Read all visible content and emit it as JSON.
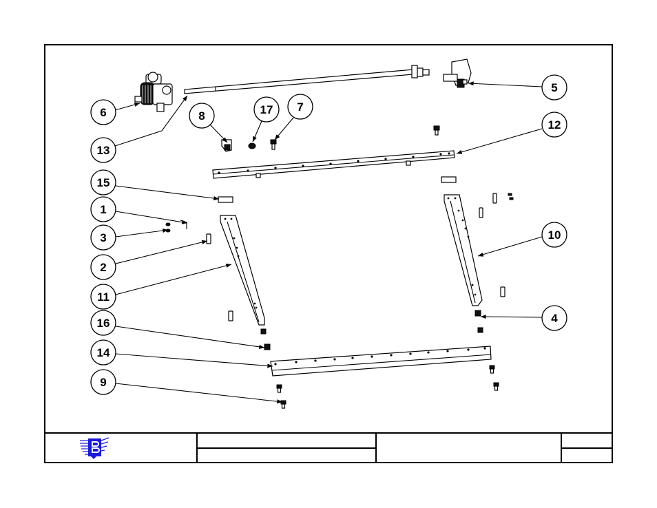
{
  "drawing": {
    "callouts": [
      {
        "id": "1",
        "label": "1"
      },
      {
        "id": "2",
        "label": "2"
      },
      {
        "id": "3",
        "label": "3"
      },
      {
        "id": "4",
        "label": "4"
      },
      {
        "id": "5",
        "label": "5"
      },
      {
        "id": "6",
        "label": "6"
      },
      {
        "id": "7",
        "label": "7"
      },
      {
        "id": "8",
        "label": "8"
      },
      {
        "id": "9",
        "label": "9"
      },
      {
        "id": "10",
        "label": "10"
      },
      {
        "id": "11",
        "label": "11"
      },
      {
        "id": "12",
        "label": "12"
      },
      {
        "id": "13",
        "label": "13"
      },
      {
        "id": "14",
        "label": "14"
      },
      {
        "id": "15",
        "label": "15"
      },
      {
        "id": "16",
        "label": "16"
      },
      {
        "id": "17",
        "label": "17"
      }
    ]
  },
  "title_block": {
    "logo_color": "#1a1adb",
    "logo_name": "company-logo"
  }
}
